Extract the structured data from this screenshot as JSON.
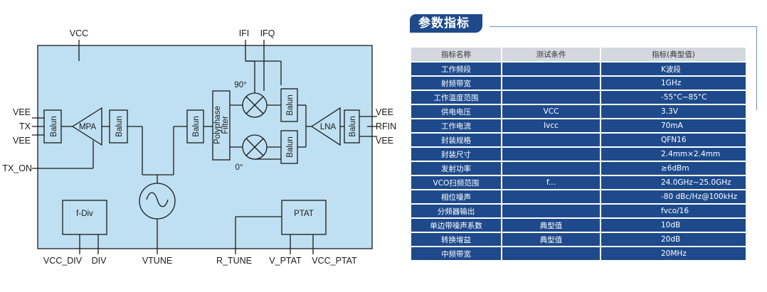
{
  "diagram": {
    "pins": {
      "vcc": "VCC",
      "ifi": "IFI",
      "ifq": "IFQ",
      "vee_tl": "VEE",
      "tx": "TX",
      "vee_bl": "VEE",
      "tx_on": "TX_ON",
      "vee_tr": "VEE",
      "rfin": "RFIN",
      "vee_br": "VEE",
      "vcc_div": "VCC_DIV",
      "div": "DIV",
      "vtune": "VTUNE",
      "r_tune": "R_TUNE",
      "v_ptat": "V_PTAT",
      "vcc_ptat": "VCC_PTAT"
    },
    "blocks": {
      "balun": "Balun",
      "mpa": "MPA",
      "lna": "LNA",
      "polyphase_line1": "Polyphase",
      "polyphase_line2": "Filter",
      "fdiv": "f-Div",
      "ptat": "PTAT",
      "phase_90": "90°",
      "phase_0": "0°"
    },
    "colors": {
      "fill": "#bfe0f2",
      "stroke": "#1a1a1a"
    }
  },
  "spec": {
    "title": "参数指标",
    "headers": [
      "指标名称",
      "测试条件",
      "指标(典型值)"
    ],
    "rows": [
      [
        "工作频段",
        "",
        "K波段"
      ],
      [
        "射频带宽",
        "",
        "1GHz"
      ],
      [
        "工作温度范围",
        "",
        "-55°C~85°C"
      ],
      [
        "供电电压",
        "VCC",
        "3.3V"
      ],
      [
        "工作电流",
        "Ivcc",
        "70mA"
      ],
      [
        "封装规格",
        "",
        "QFN16"
      ],
      [
        "封装尺寸",
        "",
        "2.4mm×2.4mm"
      ],
      [
        "发射功率",
        "",
        "≥6dBm"
      ],
      [
        "VCO扫频范围",
        "f...",
        "24.0GHz~25.0GHz"
      ],
      [
        "相位噪声",
        "",
        "-80 dBc/Hz@100kHz"
      ],
      [
        "分频器输出",
        "",
        "fvco/16"
      ],
      [
        "单边带噪声系数",
        "典型值",
        "10dB"
      ],
      [
        "转换增益",
        "典型值",
        "20dB"
      ],
      [
        "中频带宽",
        "",
        "20MHz"
      ]
    ],
    "colors": {
      "header_bg": "#d3d8df",
      "row_bg": "#1e4a8c",
      "row_text": "#ffffff"
    }
  }
}
